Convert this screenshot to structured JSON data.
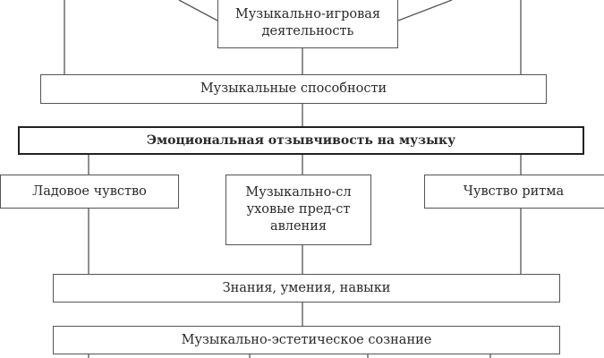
{
  "nodes": {
    "game_activity": "Музыкально-игровая деятельность",
    "abilities": "Музыкальные способности",
    "emotional_response": "Эмоциональная отзывчивость на музыку",
    "modal_sense": "Ладовое чувство",
    "auditory_representations": "Музыкально-слуховые пред-ставления",
    "rhythm_sense": "Чувство ритма",
    "knowledge_skills": "Знания, умения, навыки",
    "aesthetic_consciousness": "Музыкально-эстетическое сознание"
  }
}
